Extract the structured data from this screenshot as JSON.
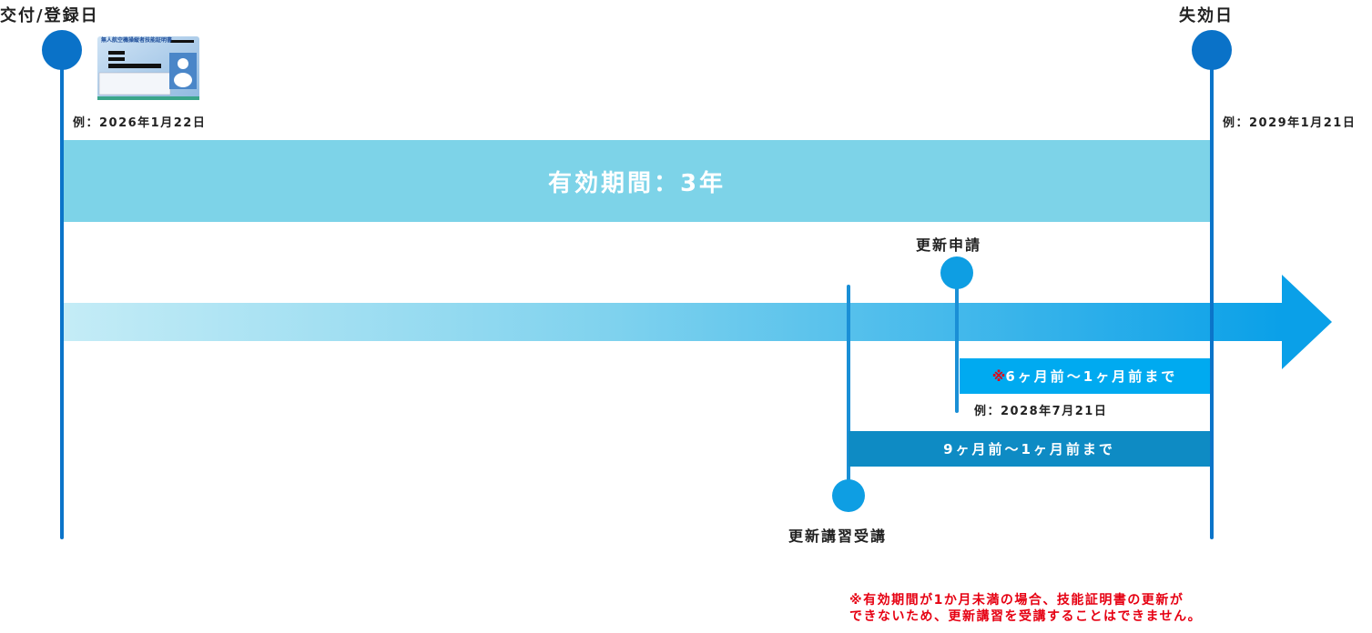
{
  "start": {
    "title": "交付/登録日",
    "example": "例：2026年1月22日"
  },
  "end": {
    "title": "失効日",
    "example": "例：2029年1月21日"
  },
  "validity": {
    "label": "有効期間：3年"
  },
  "renewal_application": {
    "title": "更新申請",
    "mark": "※",
    "window": "6ヶ月前〜1ヶ月前まで",
    "example": "例：2028年7月21日"
  },
  "renewal_course": {
    "title": "更新講習受講",
    "window": "9ヶ月前〜1ヶ月前まで"
  },
  "note": {
    "line1": "※有効期間が1か月未満の場合、技能証明書の更新が",
    "line2": "できないため、更新講習を受講することはできません。"
  },
  "card": {
    "text": "無人航空機操縦者技能証明書"
  },
  "colors": {
    "primary": "#0a72c8",
    "band": "#7dd3e8",
    "accent": "#00aaf0",
    "dark_bar": "#0e8bc4",
    "note": "#e60012"
  }
}
